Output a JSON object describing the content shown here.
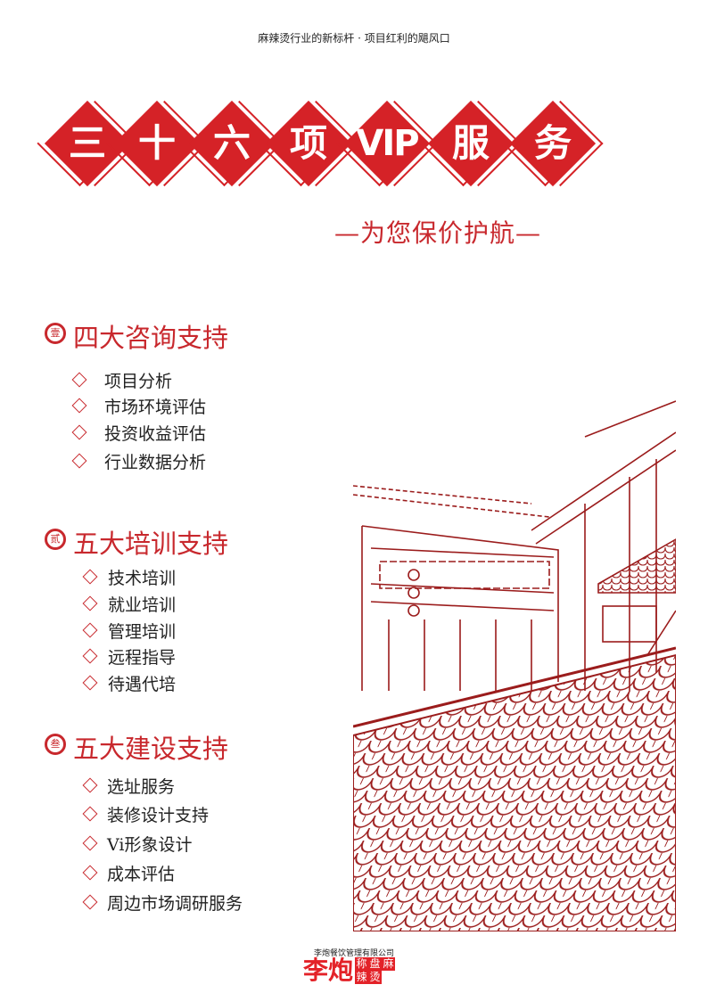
{
  "header": {
    "tagline": "麻辣烫行业的新标杆 · 项目红利的飓风口"
  },
  "banner": {
    "chars": [
      "三",
      "十",
      "六",
      "项",
      "VIP",
      "服",
      "务"
    ],
    "color": "#d52227"
  },
  "subtitle": "—为您保价护航—",
  "sections": [
    {
      "badge": "壹",
      "title": "四大咨询支持",
      "items": [
        "项目分析",
        "市场环境评估",
        "投资收益评估",
        "行业数据分析"
      ]
    },
    {
      "badge": "贰",
      "title": "五大培训支持",
      "items": [
        "技术培训",
        "就业培训",
        "管理培训",
        "远程指导",
        "待遇代培"
      ]
    },
    {
      "badge": "叁",
      "title": "五大建设支持",
      "items": [
        "选址服务",
        "装修设计支持",
        "Vi形象设计",
        "成本评估",
        "周边市场调研服务"
      ]
    }
  ],
  "footer": {
    "company": "李炮餐饮管理有限公司",
    "logo_main": "李炮",
    "logo_sub": "称盘麻辣烫"
  },
  "colors": {
    "accent": "#c8282d",
    "illustration": "#9b1c1c"
  }
}
